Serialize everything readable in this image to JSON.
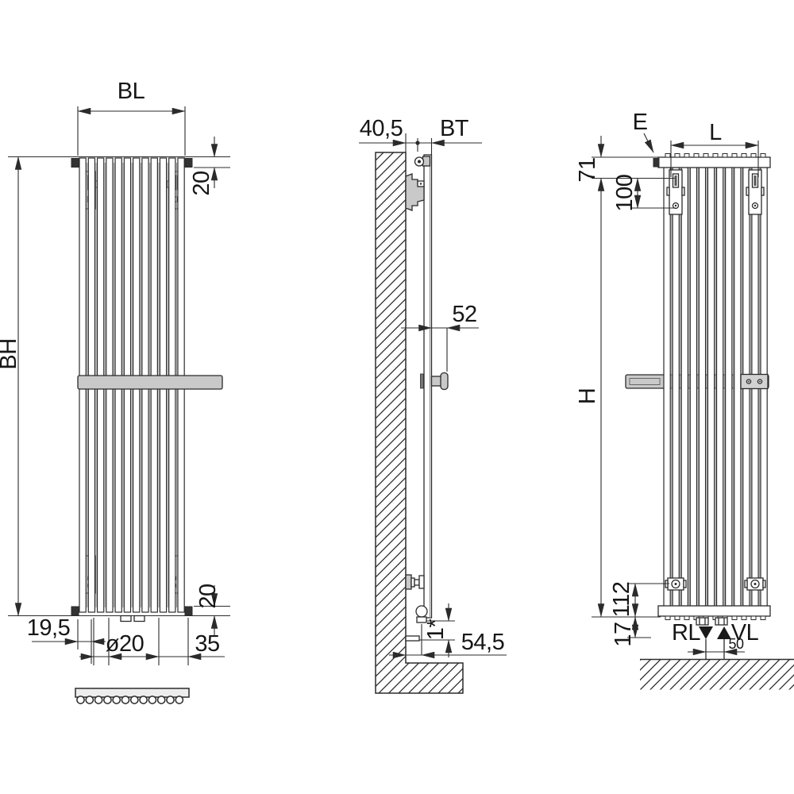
{
  "drawing_title": "Vertical tube radiator installation dimensions - three views",
  "colors": {
    "line": "#2b2b2b",
    "text": "#161616",
    "accessory_gray": "#c9c9c9",
    "plug_dark": "#333333",
    "background": "#ffffff"
  },
  "labels": {
    "front": {
      "bl": "BL",
      "top20": "20",
      "bh": "BH",
      "bottom20": "20",
      "left195": "19,5",
      "dia": "ø20",
      "right35": "35"
    },
    "side": {
      "wall": "40,5",
      "bt": "BT",
      "knob": "52",
      "gap": "1*",
      "pipe": "54,5"
    },
    "back": {
      "e": "E",
      "l": "L",
      "v71": "71",
      "v100": "100",
      "h": "H",
      "v112": "112",
      "v17": "17",
      "rl": "RL",
      "vl": "VL",
      "v50": "50"
    }
  }
}
